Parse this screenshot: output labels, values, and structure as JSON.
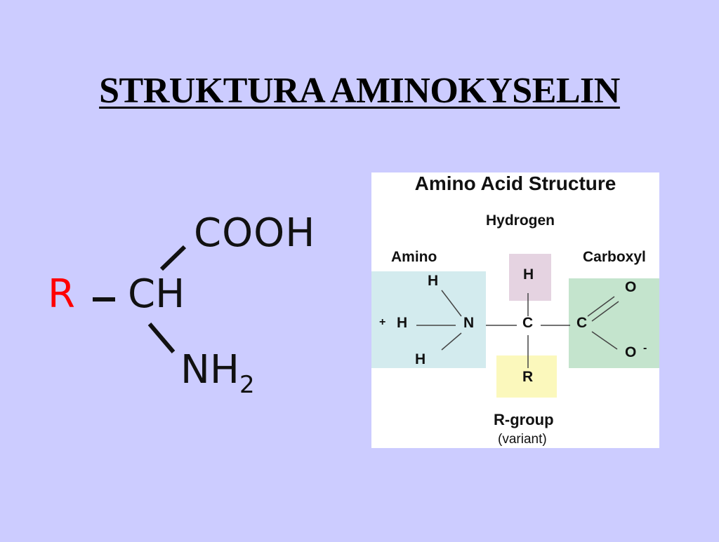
{
  "slide": {
    "title": "STRUKTURA AMINOKYSELIN"
  },
  "formula": {
    "r": "R",
    "ch": "CH",
    "cooh": "COOH",
    "nh": "NH",
    "nh_sub": "2",
    "colors": {
      "r": "#ff0000",
      "text": "#111111"
    }
  },
  "diagram": {
    "title": "Amino Acid Structure",
    "labels": {
      "hydrogen": "Hydrogen",
      "amino": "Amino",
      "carboxyl": "Carboxyl",
      "rgroup": "R-group",
      "variant": "(variant)"
    },
    "atoms": {
      "plus": "+",
      "h_ion": "H",
      "h_top": "H",
      "h_bottom": "H",
      "n": "N",
      "c_alpha": "C",
      "h_alpha": "H",
      "r": "R",
      "c_carboxyl": "C",
      "o_top": "O",
      "o_bottom": "O",
      "minus": "-"
    },
    "colors": {
      "amino_box": "#d3ebee",
      "hydrogen_box": "#e5d3e1",
      "carboxyl_box": "#c4e4cd",
      "rgroup_box": "#fbf8bc"
    }
  }
}
